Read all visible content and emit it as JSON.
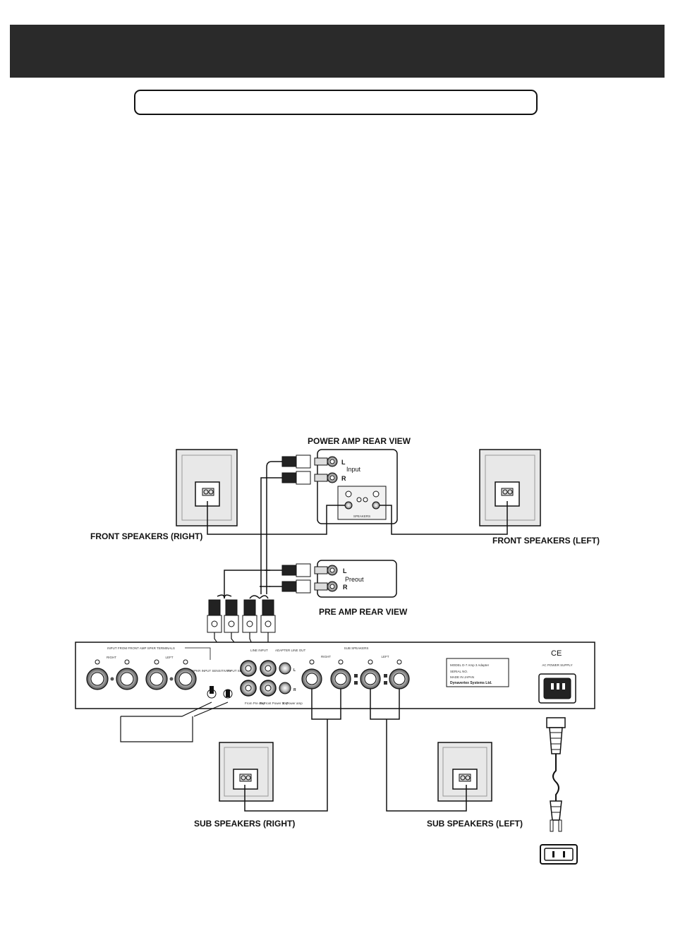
{
  "header": {
    "title": ""
  },
  "subtitle": {
    "text": ""
  },
  "labels": {
    "power_amp_rear_view": "POWER AMP REAR VIEW",
    "pre_amp_rear_view": "PRE AMP REAR VIEW",
    "front_speakers_right": "FRONT SPEAKERS (RIGHT)",
    "front_speakers_left": "FRONT SPEAKERS (LEFT)",
    "sub_speakers_right": "SUB SPEAKERS (RIGHT)",
    "sub_speakers_left": "SUB SPEAKERS (LEFT)"
  },
  "power_amp": {
    "jack_l": "L",
    "jack_r": "R",
    "input_label": "Input",
    "speakers_label": "SPEAKERS"
  },
  "pre_amp": {
    "jack_l": "L",
    "jack_r": "R",
    "preout_label": "Preout"
  },
  "adapter": {
    "input_section": "INPUT FROM FRONT AMP SPKR TERMINALS",
    "right_label": "RIGHT",
    "left_label": "LEFT",
    "line_input": "LINE INPUT",
    "adapter_line_out": "ADAPTER LINE OUT",
    "sub_speakers": "SUB SPEAKERS",
    "sub_right": "RIGHT",
    "sub_left": "LEFT",
    "spkr_input_sensitivity": "SPKR INPUT SENSITIVITY",
    "input_selector": "INPUT SELECTOR",
    "from_pre_amp": "From Pre amp",
    "to_front_power_amp": "To Front Power amp",
    "to_power_amp": "To Power amp",
    "jack_l": "L",
    "jack_r": "R",
    "model_line1": "MODEL D-7 Amp 3 Adapter",
    "model_line2": "SERIAL NO.",
    "model_line3": "MADE IN JAPAN",
    "model_line4": "Dynavertex Systems Ltd.",
    "ce_mark": "CE",
    "ac_power_supply": "AC POWER SUPPLY"
  }
}
